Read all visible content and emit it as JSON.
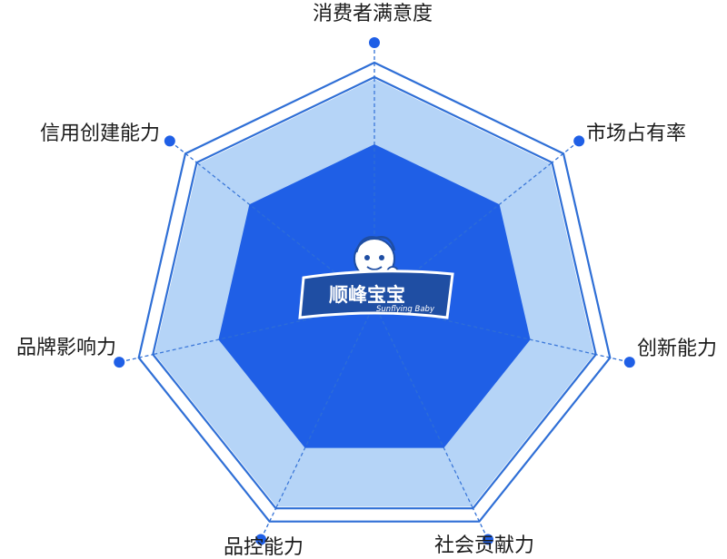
{
  "axes": [
    {
      "label": "消费者满意度"
    },
    {
      "label": "市场占有率"
    },
    {
      "label": "创新能力"
    },
    {
      "label": "社会贡献力"
    },
    {
      "label": "品控能力"
    },
    {
      "label": "品牌影响力"
    },
    {
      "label": "信用创建能力"
    }
  ],
  "logo": {
    "text": "顺峰宝宝",
    "subtext": "Sunflying Baby"
  },
  "colors": {
    "frame_stroke": "#2f6fd6",
    "outer_fill": "#b5d4f7",
    "inner_fill": "#1f5fe6",
    "spoke": "#2f6fd6",
    "marker": "#1f5fe6",
    "logo_bg": "#1f4ea3",
    "label": "#1c1c1c"
  }
}
